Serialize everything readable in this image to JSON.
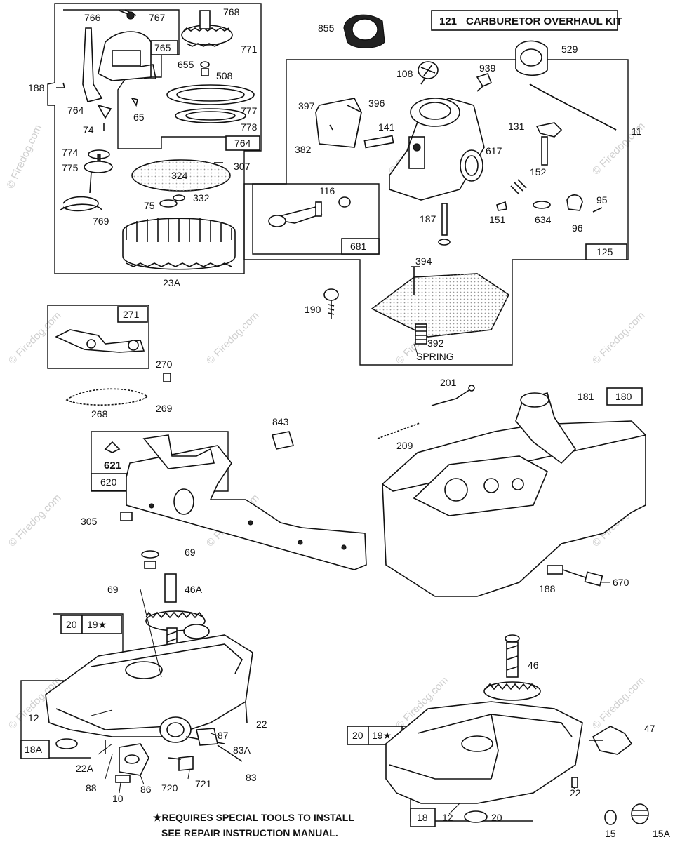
{
  "kit_title": {
    "number": "121",
    "text": "CARBURETOR OVERHAUL KIT"
  },
  "watermark": "© Firedog.com",
  "notes": {
    "line1": "★REQUIRES SPECIAL TOOLS TO INSTALL",
    "line2": "SEE REPAIR INSTRUCTION MANUAL."
  },
  "spring_label": "SPRING",
  "boxes": {
    "b764": "764",
    "b765": "765",
    "b681": "681",
    "b125": "125",
    "b271": "271",
    "b180": "180",
    "b621": "621",
    "b620": "620",
    "b20a": "20",
    "b19a": "19★",
    "b18a": "18A",
    "b20b": "20",
    "b19b": "19★",
    "b18b": "18"
  },
  "labels": {
    "p766": "766",
    "p767": "767",
    "p768": "768",
    "p771": "771",
    "p655": "655",
    "p508": "508",
    "p188a": "188",
    "p764s": "764",
    "p74": "74",
    "p65": "65",
    "p777": "777",
    "p778": "778",
    "p774": "774",
    "p775": "775",
    "p769": "769",
    "p324": "324",
    "p307": "307",
    "p332": "332",
    "p75": "75",
    "p23A": "23A",
    "p855": "855",
    "p529": "529",
    "p108": "108",
    "p939": "939",
    "p397": "397",
    "p396": "396",
    "p382": "382",
    "p141": "141",
    "p617": "617",
    "p131": "131",
    "p11": "11",
    "p116": "116",
    "p152": "152",
    "p95": "95",
    "p187": "187",
    "p151": "151",
    "p634": "634",
    "p96": "96",
    "p394": "394",
    "p190": "190",
    "p392": "392",
    "p270": "270",
    "p268": "268",
    "p269": "269",
    "p201": "201",
    "p181": "181",
    "p843": "843",
    "p209": "209",
    "p305": "305",
    "p69a": "69",
    "p69b": "69",
    "p46A": "46A",
    "p188b": "188",
    "p670": "670",
    "p12a": "12",
    "p22a": "22",
    "p87": "87",
    "p83A": "83A",
    "p22A": "22A",
    "p88": "88",
    "p720": "720",
    "p721": "721",
    "p83": "83",
    "p10": "10",
    "p86": "86",
    "p46": "46",
    "p47": "47",
    "p22b": "22",
    "p12b": "12",
    "p20c": "20",
    "p15": "15",
    "p15A": "15A"
  }
}
